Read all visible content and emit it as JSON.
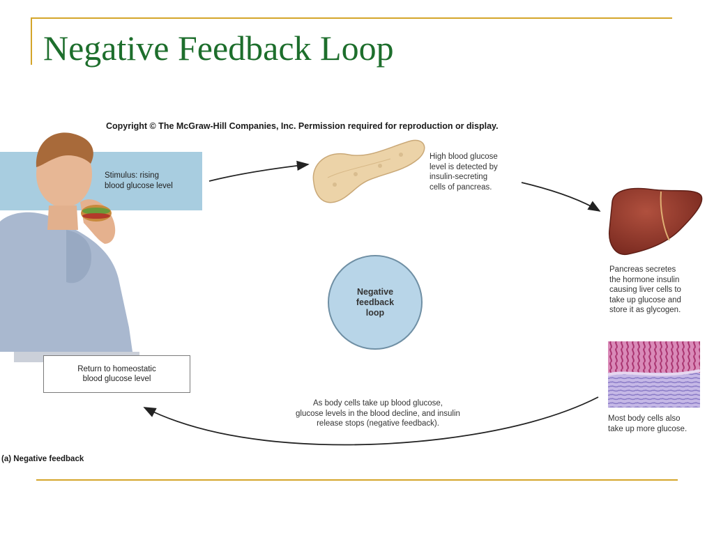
{
  "slide": {
    "title": "Negative Feedback Loop"
  },
  "diagram": {
    "copyright": "Copyright © The McGraw-Hill Companies, Inc. Permission required for reproduction or display.",
    "stimulus": "Stimulus: rising\nblood glucose level",
    "pancreas_detect": "High blood glucose\nlevel is detected by\ninsulin-secreting\ncells of pancreas.",
    "liver_response": "Pancreas secretes\nthe hormone insulin\ncausing liver cells to\ntake up glucose and\nstore it as glycogen.",
    "body_cells": "Most body cells also\ntake up more glucose.",
    "decline": "As body cells take up blood glucose,\nglucose levels in the blood decline, and insulin\nrelease stops (negative feedback).",
    "return": "Return to homeostatic\nblood glucose level",
    "center_label": "Negative\nfeedback\nloop",
    "section_label": "(a) Negative feedback"
  },
  "colors": {
    "title_green": "#1d6e2c",
    "rule_gold": "#d4a52a",
    "stimulus_blue": "#a8cde0",
    "circle_blue": "#b8d5e8"
  }
}
